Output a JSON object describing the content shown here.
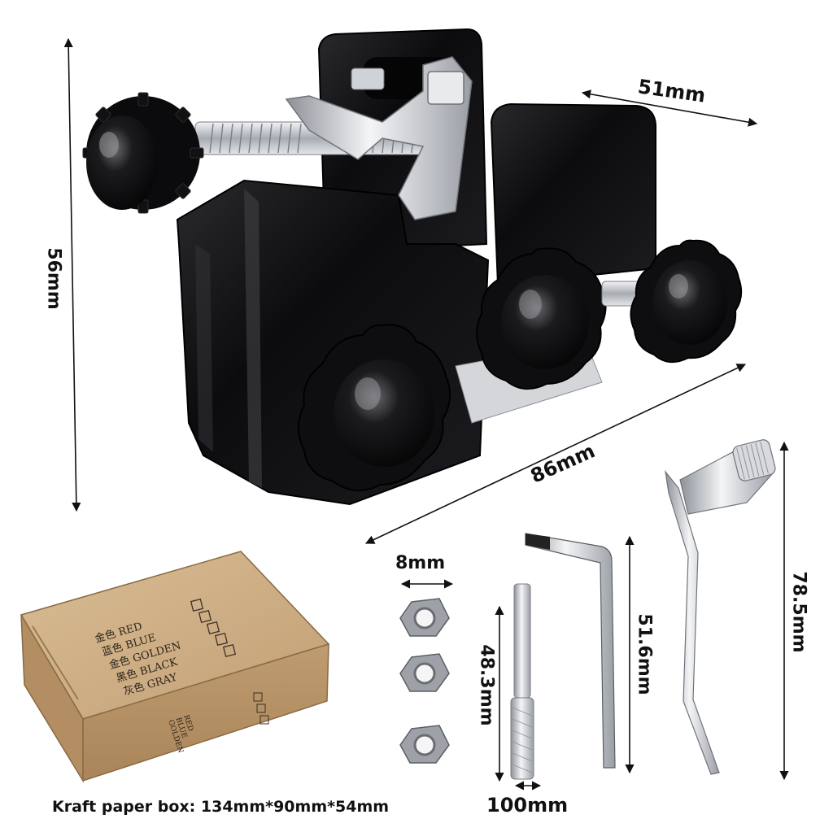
{
  "dimensions": {
    "height": "56mm",
    "depth": "51mm",
    "length": "86mm",
    "nut": "8mm",
    "pin_length": "48.3mm",
    "pin_width": "100mm",
    "hex_key": "51.6mm",
    "crank": "78.5mm"
  },
  "box_print": {
    "colors": [
      "金色 RED",
      "蓝色 BLUE",
      "金色 GOLDEN",
      "黑色 BLACK",
      "灰色 GRAY"
    ],
    "side_colors": [
      "RED",
      "BLUE",
      "GOLDEN"
    ]
  },
  "caption": "Kraft paper box: 134mm*90mm*54mm",
  "colors": {
    "metal_black": "#0d0d0f",
    "steel": "#c9ccd1",
    "kraft": "#c9a77c"
  }
}
